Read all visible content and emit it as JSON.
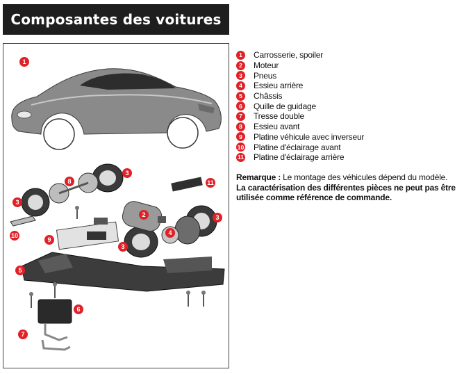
{
  "title": "Composantes des voitures",
  "parts": [
    {
      "num": "1",
      "label": "Carrosserie, spoiler"
    },
    {
      "num": "2",
      "label": "Moteur"
    },
    {
      "num": "3",
      "label": "Pneus"
    },
    {
      "num": "4",
      "label": "Essieu arrière"
    },
    {
      "num": "5",
      "label": "Châssis"
    },
    {
      "num": "6",
      "label": "Quille de guidage"
    },
    {
      "num": "7",
      "label": "Tresse double"
    },
    {
      "num": "8",
      "label": "Essieu avant"
    },
    {
      "num": "9",
      "label": "Platine véhicule avec inverseur"
    },
    {
      "num": "10",
      "label": "Platine d'éclairage avant"
    },
    {
      "num": "11",
      "label": "Platine d'éclairage arrière"
    }
  ],
  "remark": {
    "label": "Remarque :",
    "text": " Le montage des véhicules dépend du modèle.",
    "bold_text": "La caractérisation des différentes pièces ne peut pas être utilisée comme référence de commande."
  },
  "colors": {
    "badge": "#e02127",
    "title_bar": "#1e1e1e"
  }
}
